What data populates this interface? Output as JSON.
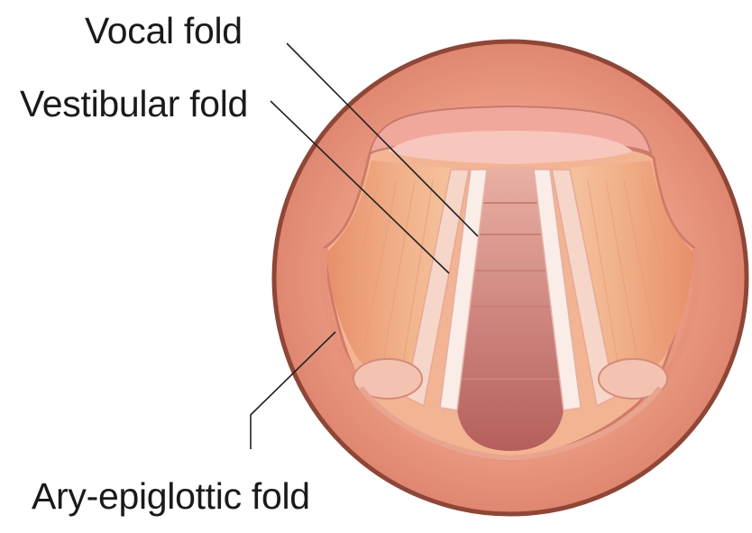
{
  "labels": {
    "vocal_fold": "Vocal fold",
    "vestibular_fold": "Vestibular fold",
    "ary_epiglottic_fold": "Ary-epiglottic fold"
  },
  "colors": {
    "outer_ring": "#e8907a",
    "ring_edge": "#9a4a3c",
    "inner_wall": "#eda07e",
    "muscle": "#f0b08a",
    "vocal_fold": "#f7dcd0",
    "trachea": "#d07570",
    "leader_line": "#222222"
  }
}
